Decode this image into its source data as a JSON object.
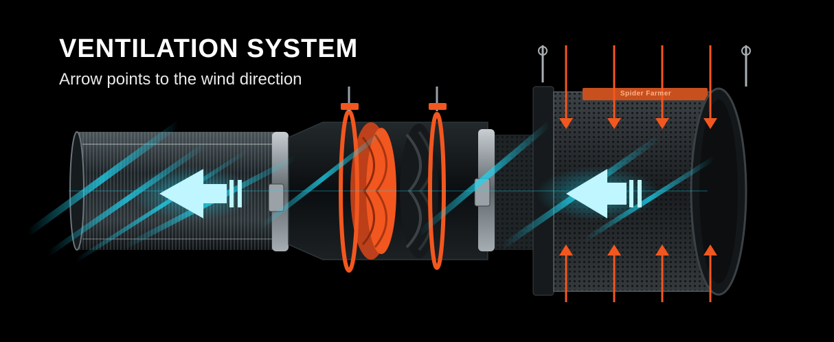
{
  "heading": {
    "title": "VENTILATION SYSTEM",
    "subtitle": "Arrow points to the wind direction"
  },
  "filter": {
    "brand": "Spider Farmer"
  },
  "colors": {
    "background": "#000000",
    "airflow": "#1fd3ee",
    "accent": "#f2571f",
    "filter_label": "#c8501e",
    "metal": "#8a9298"
  },
  "airflow_direction": "right-to-left",
  "intake_direction": "inward from top and bottom of carbon filter"
}
